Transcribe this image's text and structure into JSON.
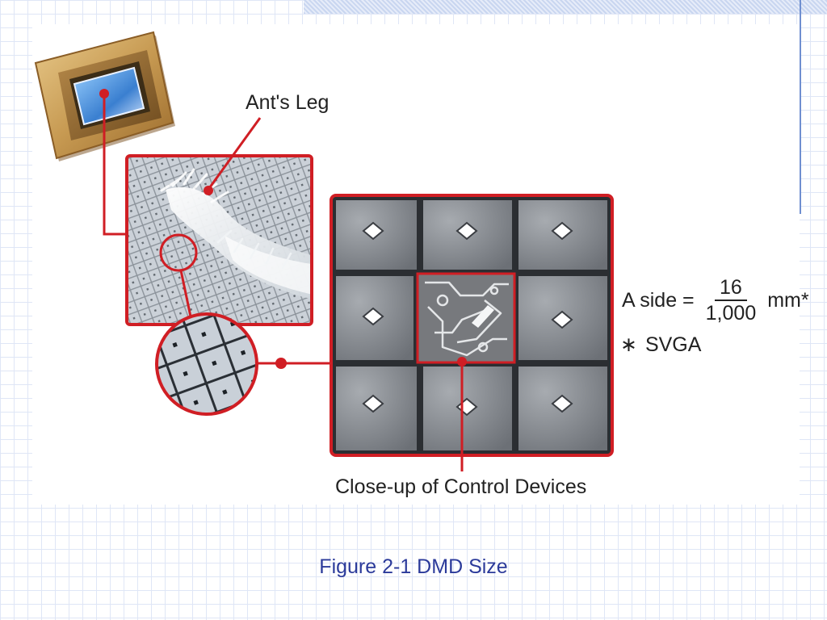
{
  "labels": {
    "ants_leg": "Ant's Leg",
    "closeup": "Close-up of Control Devices",
    "a_side_prefix": "A side =",
    "a_side_numerator": "16",
    "a_side_denominator": "1,000",
    "a_side_unit": "mm*",
    "footnote_symbol": "∗",
    "footnote_text": "SVGA"
  },
  "caption": "Figure 2-1 DMD Size",
  "colors": {
    "callout_red": "#d01e24",
    "caption_blue": "#2b3a9a",
    "grid_line": "#dfe6f6"
  }
}
